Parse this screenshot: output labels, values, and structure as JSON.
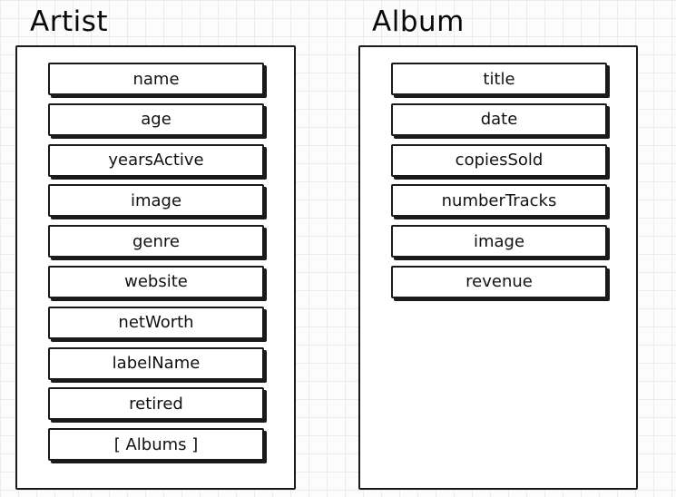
{
  "artist": {
    "title": "Artist",
    "fields": [
      "name",
      "age",
      "yearsActive",
      "image",
      "genre",
      "website",
      "netWorth",
      "labelName",
      "retired",
      "[ Albums ]"
    ]
  },
  "album": {
    "title": "Album",
    "fields": [
      "title",
      "date",
      "copiesSold",
      "numberTracks",
      "image",
      "revenue"
    ]
  }
}
